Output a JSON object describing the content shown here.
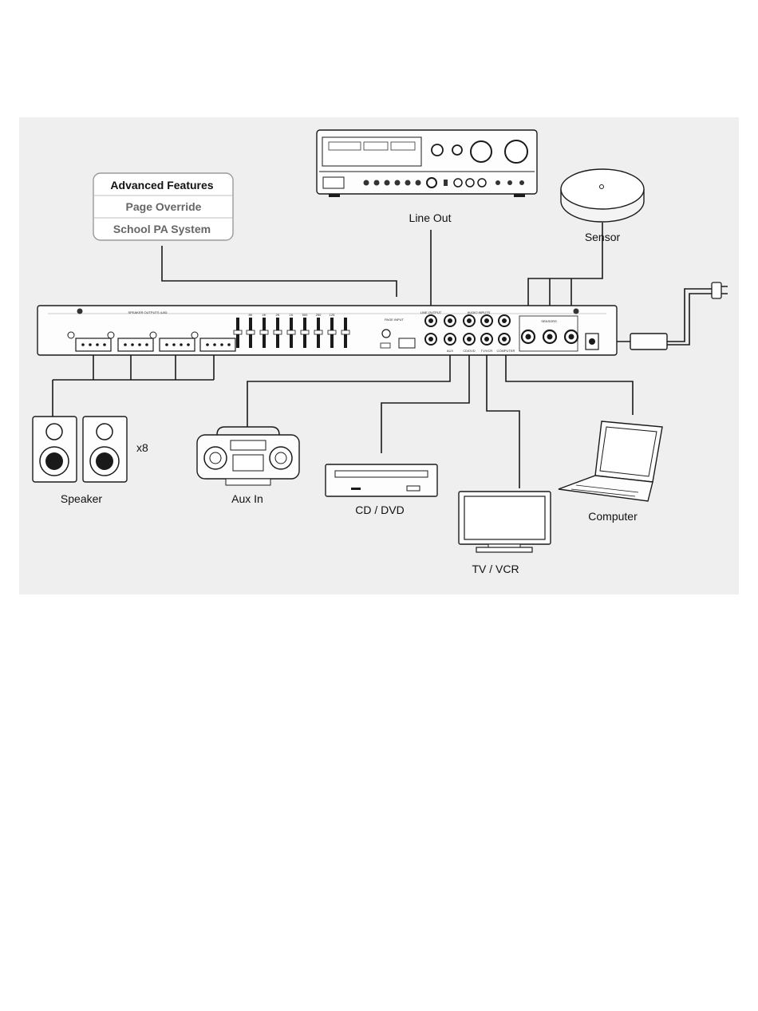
{
  "features": [
    "Advanced Features",
    "Page Override",
    "School PA System"
  ],
  "labels": {
    "line_out": "Line Out",
    "sensor": "Sensor",
    "speaker": "Speaker",
    "speaker_count": "x8",
    "aux_in": "Aux In",
    "cd_dvd": "CD / DVD",
    "tv_vcr": "TV / VCR",
    "computer": "Computer"
  },
  "panel": {
    "speaker_outputs": "SPEAKER OUTPUTS 4-8Ω",
    "page_input": "PAGE INPUT",
    "line_output": "LINE OUTPUT",
    "audio_inputs": "AUDIO INPUTS",
    "sensors": "SENSORS",
    "aux": "AUX",
    "cd_dvd": "CD/DVD",
    "tv_vcr": "TV/VCR",
    "computer": "COMPUTER",
    "eq_bands": [
      "8K",
      "4K",
      "2K",
      "1K",
      "500",
      "250",
      "125"
    ]
  }
}
